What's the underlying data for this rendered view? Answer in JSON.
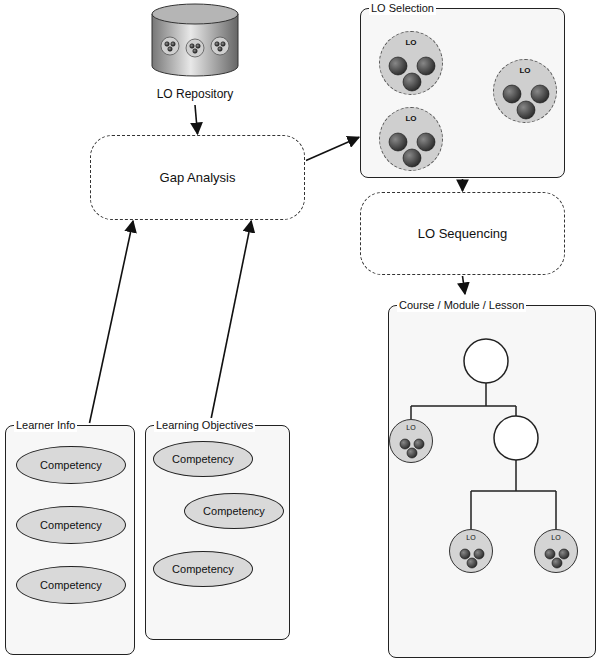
{
  "diagram": {
    "nodes": [
      {
        "text": [
          "LO Repository"
        ]
      },
      {
        "text": [
          "LO Selection"
        ]
      },
      {
        "text": [
          "LO"
        ],
        "in": 1
      },
      {
        "text": [
          "LO"
        ],
        "in": 1
      },
      {
        "text": [
          "LO"
        ],
        "in": 1
      },
      {
        "text": [
          "Gap Analysis"
        ]
      },
      {
        "text": [
          "LO Sequencing"
        ]
      },
      {
        "text": [
          "Learner Info"
        ]
      },
      {
        "text": [
          "Competency"
        ],
        "in": 7
      },
      {
        "text": [
          "Competency"
        ],
        "in": 7
      },
      {
        "text": [
          "Competency"
        ],
        "in": 7
      },
      {
        "text": [
          "Learning Objectives"
        ]
      },
      {
        "text": [
          "Competency"
        ],
        "in": 11
      },
      {
        "text": [
          "Competency"
        ],
        "in": 11
      },
      {
        "text": [
          "Competency"
        ],
        "in": 11
      },
      {
        "text": [
          "Course / Module / Lesson"
        ]
      },
      {
        "text": [
          "LO"
        ],
        "in": 15
      },
      {
        "text": [
          "LO"
        ],
        "in": 15
      },
      {
        "text": [
          "LO"
        ],
        "in": 15
      }
    ],
    "edges": [
      {
        "from": 0,
        "to": 5,
        "arrow": "to"
      },
      {
        "from": 7,
        "to": 5,
        "arrow": "to"
      },
      {
        "from": 11,
        "to": 5,
        "arrow": "to"
      },
      {
        "from": 5,
        "to": 1,
        "arrow": "to"
      },
      {
        "from": 1,
        "to": 6,
        "arrow": "to"
      },
      {
        "from": 6,
        "to": 15,
        "arrow": "to"
      }
    ]
  }
}
